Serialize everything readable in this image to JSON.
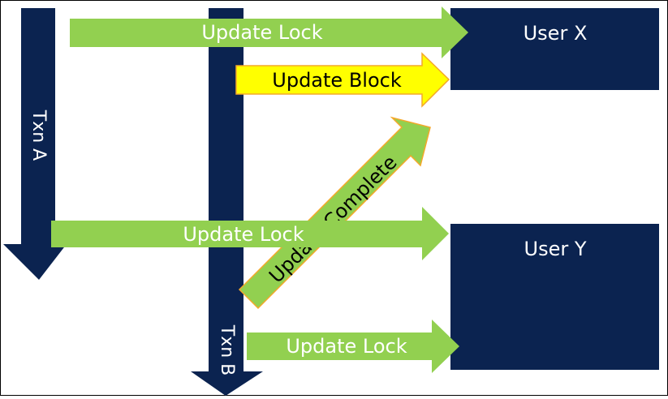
{
  "colors": {
    "navy": "#0b2350",
    "green": "#92d050",
    "yellow": "#ffff00",
    "orange": "#f4a82a",
    "white": "#ffffff",
    "black": "#000000"
  },
  "boxes": {
    "user_x": {
      "label": "User X"
    },
    "user_y": {
      "label": "User Y"
    }
  },
  "transactions": {
    "txn_a": {
      "label": "Txn A"
    },
    "txn_b": {
      "label": "Txn B"
    }
  },
  "arrows": {
    "top_lock": {
      "label": "Update Lock"
    },
    "block": {
      "label": "Update Block"
    },
    "complete": {
      "label": "Update Complete"
    },
    "mid_lock": {
      "label": "Update Lock"
    },
    "bottom_lock": {
      "label": "Update Lock"
    }
  }
}
